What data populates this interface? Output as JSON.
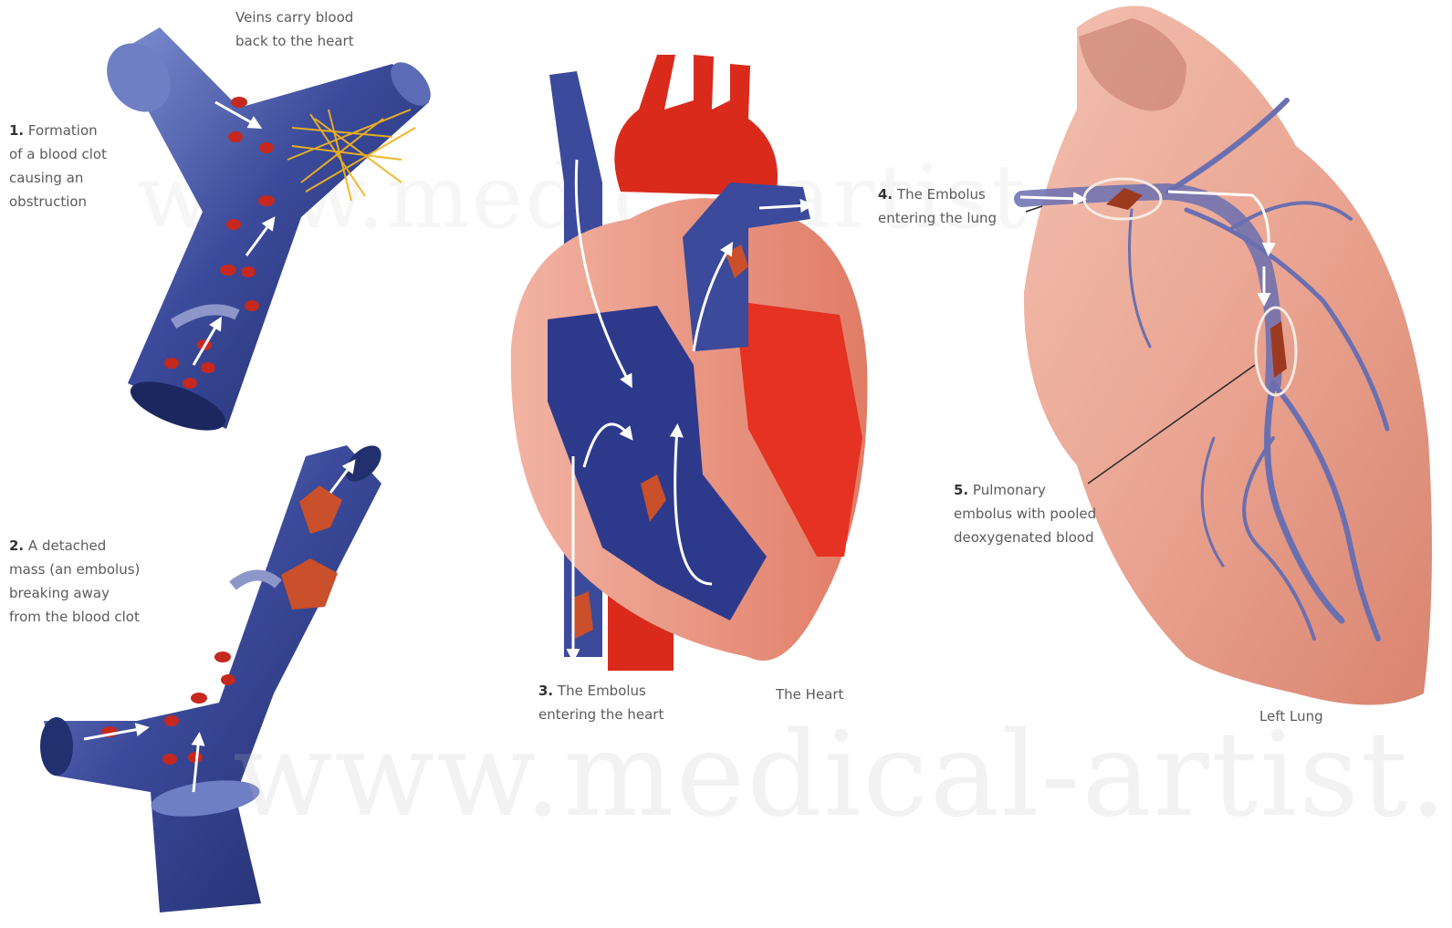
{
  "watermark": "www.medical-artist.com",
  "colors": {
    "vein": "#3b4a9a",
    "vein_dark": "#22306f",
    "vein_light": "#6f7fc4",
    "artery": "#d92a1c",
    "muscle": "#e98b78",
    "lung": "#eaa592",
    "rbc": "#c5281e",
    "clot": "#f0b21f",
    "arrow": "#ffffff"
  },
  "labels": {
    "veins": {
      "lines": [
        "Veins carry blood",
        "back to the heart"
      ]
    },
    "step1": {
      "num": "1.",
      "lines": [
        "Formation",
        "of a blood clot",
        "causing an",
        "obstruction"
      ]
    },
    "step2": {
      "num": "2.",
      "lines": [
        "A detached",
        "mass (an embolus)",
        "breaking away",
        "from the blood clot"
      ]
    },
    "step3": {
      "num": "3.",
      "lines": [
        "The Embolus",
        "entering the heart"
      ]
    },
    "heart": {
      "text": "The Heart"
    },
    "step4": {
      "num": "4.",
      "lines": [
        "The Embolus",
        "entering the lung"
      ]
    },
    "step5": {
      "num": "5.",
      "lines": [
        "Pulmonary",
        "embolus with pooled",
        "deoxygenated blood"
      ]
    },
    "lung": {
      "text": "Left Lung"
    }
  }
}
